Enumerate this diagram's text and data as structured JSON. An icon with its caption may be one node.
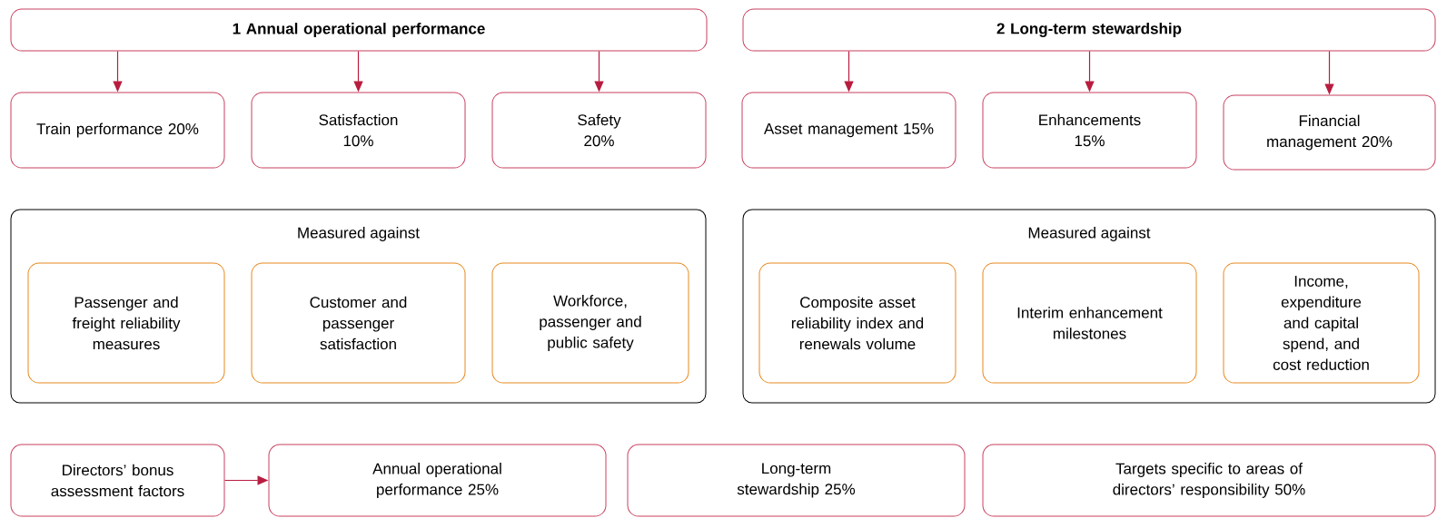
{
  "diagram": {
    "nodes": [
      {
        "text": [
          "1 Annual operational performance"
        ]
      },
      {
        "text": [
          "Train performance 20%"
        ]
      },
      {
        "text": [
          "Satisfaction 10%"
        ]
      },
      {
        "text": [
          "Safety 20%"
        ]
      },
      {
        "text": [
          "2 Long-term stewardship"
        ]
      },
      {
        "text": [
          "Asset management 15%"
        ]
      },
      {
        "text": [
          "Enhancements 15%"
        ]
      },
      {
        "text": [
          "Financial management 20%"
        ]
      },
      {
        "text": [
          "Measured against"
        ]
      },
      {
        "text": [
          "Passenger and freight reliability measures"
        ],
        "in": 8
      },
      {
        "text": [
          "Customer and passenger satisfaction"
        ],
        "in": 8
      },
      {
        "text": [
          "Workforce, passenger and public safety"
        ],
        "in": 8
      },
      {
        "text": [
          "Measured against"
        ]
      },
      {
        "text": [
          "Composite asset reliability index and renewals volume"
        ],
        "in": 12
      },
      {
        "text": [
          "Interim enhancement milestones"
        ],
        "in": 12
      },
      {
        "text": [
          "Income, expenditure and capital spend, and cost reduction"
        ],
        "in": 12
      },
      {
        "text": [
          "Directors’ bonus assessment factors"
        ]
      },
      {
        "text": [
          "Annual operational performance 25%"
        ]
      },
      {
        "text": [
          "Long-term stewardship 25%"
        ]
      },
      {
        "text": [
          "Targets specific to areas of directors’ responsibility 50%"
        ]
      }
    ],
    "edges": [
      {
        "from": 0,
        "to": 1,
        "arrow": "to"
      },
      {
        "from": 0,
        "to": 2,
        "arrow": "to"
      },
      {
        "from": 0,
        "to": 3,
        "arrow": "to"
      },
      {
        "from": 4,
        "to": 5,
        "arrow": "to"
      },
      {
        "from": 4,
        "to": 6,
        "arrow": "to"
      },
      {
        "from": 4,
        "to": 7,
        "arrow": "to"
      },
      {
        "from": 16,
        "to": 17,
        "arrow": "to"
      }
    ]
  }
}
